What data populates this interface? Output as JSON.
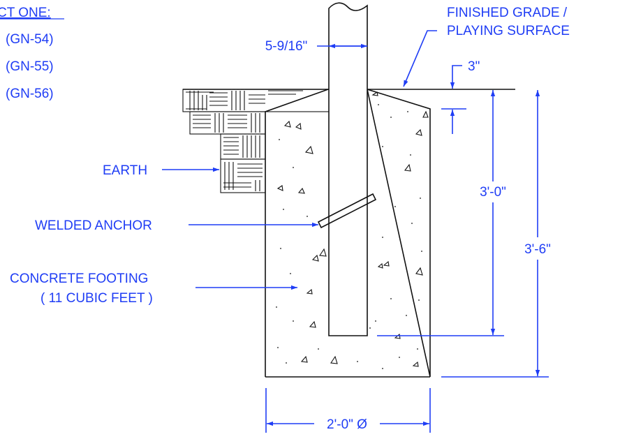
{
  "legend": {
    "heading": "CT ONE:",
    "items": [
      "(GN-54)",
      "(GN-55)",
      "(GN-56)"
    ]
  },
  "labels": {
    "finished_grade_line1": "FINISHED GRADE /",
    "finished_grade_line2": "PLAYING SURFACE",
    "pole_width": "5-9/16\"",
    "grade_offset": "3\"",
    "embed_depth": "3'-0\"",
    "footing_depth": "3'-6\"",
    "earth": "EARTH",
    "welded_anchor": "WELDED ANCHOR",
    "concrete_line1": "CONCRETE FOOTING",
    "concrete_line2": "( 11 CUBIC FEET )",
    "footing_diameter": "2'-0\" Ø"
  },
  "colors": {
    "annotation": "#1f3df5",
    "linework": "#111111"
  }
}
